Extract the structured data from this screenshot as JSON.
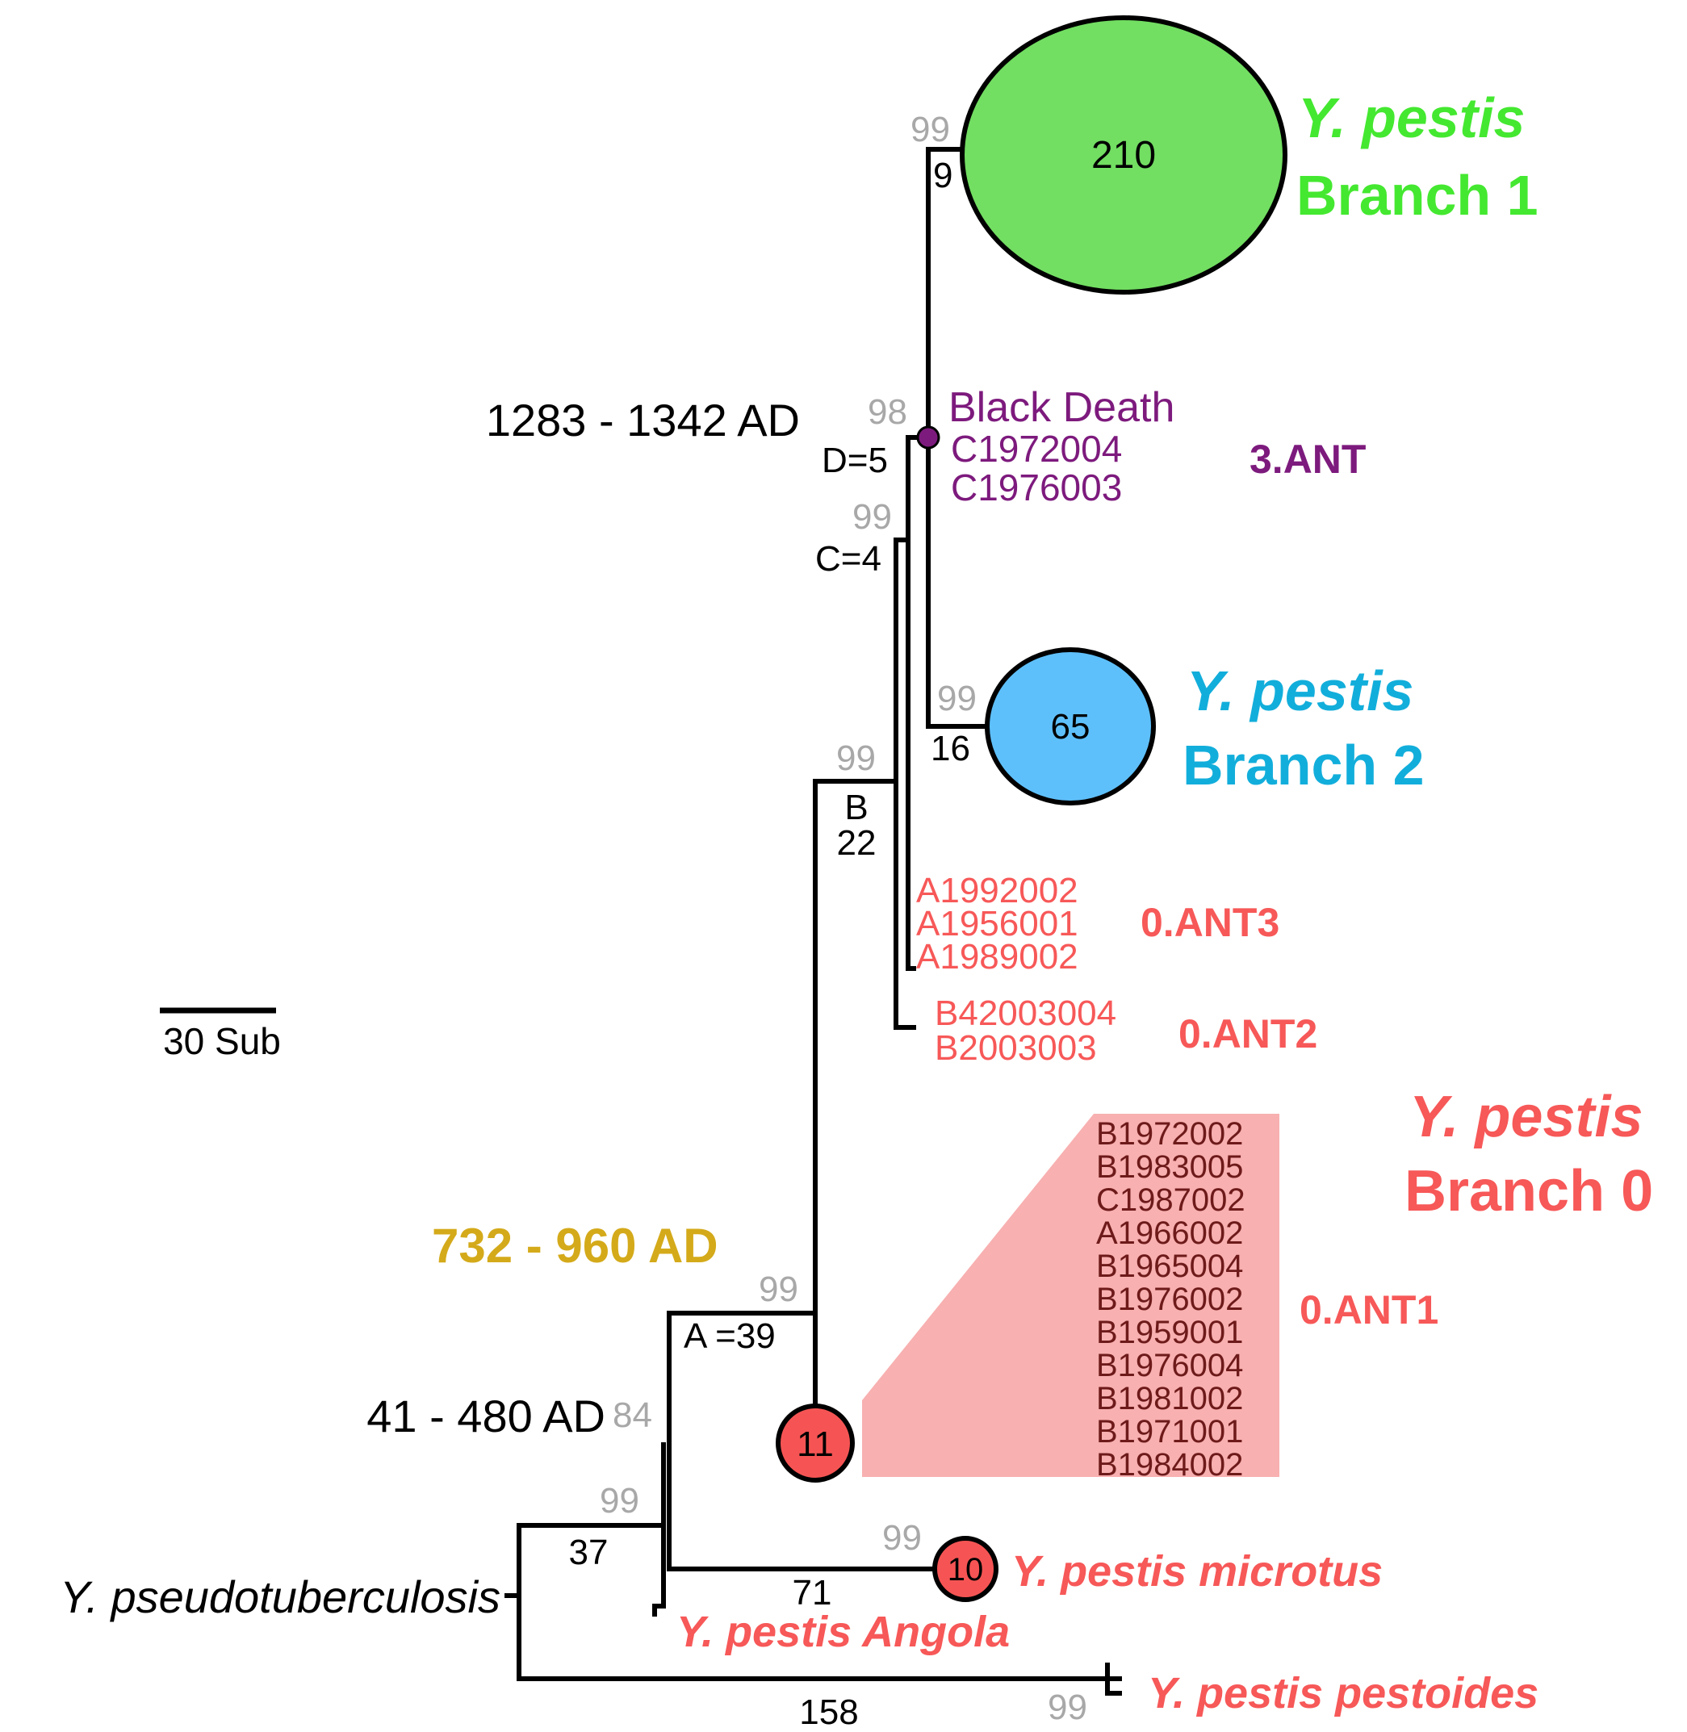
{
  "colors": {
    "branch1": "#72de62",
    "branch1_text": "#44e830",
    "branch2": "#5ec0fb",
    "branch2_text": "#12aedb",
    "branch0": "#f75858",
    "branch0_node": "#f65454",
    "branch0_wedge": "#f8b0b0",
    "black_death": "#7d1a7d",
    "date_gold": "#d4aa1a",
    "bootstrap": "#a8a8a8",
    "ant1_list": "#6e1a1a"
  },
  "scale_bar": {
    "label": "30 Sub"
  },
  "dates": {
    "black_death": "1283 - 1342 AD",
    "node_a": "732 - 960 AD",
    "root": "41 - 480 AD"
  },
  "bootstrap": {
    "branch1": "99",
    "black_death": "98",
    "node_c": "99",
    "branch2": "99",
    "node_b": "99",
    "node_a": "99",
    "node_84": "84",
    "node_37": "99",
    "microtus": "99",
    "pestoides": "99"
  },
  "branch_lengths": {
    "branch1": "9",
    "node_d": "D=5",
    "node_c": "C=4",
    "branch2": "16",
    "node_b_letter": "B",
    "node_b": "22",
    "node_a": "A =39",
    "node_37": "37",
    "microtus": "71",
    "pestoides": "158"
  },
  "clades": {
    "branch1": {
      "count": "210",
      "title": "Y. pestis",
      "subtitle": "Branch 1"
    },
    "branch2": {
      "count": "65",
      "title": "Y. pestis",
      "subtitle": "Branch 2"
    },
    "branch0": {
      "title": "Y. pestis",
      "subtitle": "Branch 0"
    }
  },
  "black_death": {
    "label": "Black Death",
    "strains": [
      "C1972004",
      "C1976003"
    ],
    "group": "3.ANT"
  },
  "ant3": {
    "strains": [
      "A1992002",
      "A1956001",
      "A1989002"
    ],
    "group": "0.ANT3"
  },
  "ant2": {
    "strains": [
      "B42003004",
      "B2003003"
    ],
    "group": "0.ANT2"
  },
  "ant1": {
    "count": "11",
    "group": "0.ANT1",
    "strains": [
      "B1972002",
      "B1983005",
      "C1987002",
      "A1966002",
      "B1965004",
      "B1976002",
      "B1959001",
      "B1976004",
      "B1981002",
      "B1971001",
      "B1984002"
    ]
  },
  "microtus": {
    "count": "10",
    "label": "Y. pestis microtus"
  },
  "angola": {
    "label": "Y. pestis Angola"
  },
  "pestoides": {
    "label": "Y. pestis pestoides"
  },
  "outgroup": {
    "label": "Y. pseudotuberculosis"
  }
}
